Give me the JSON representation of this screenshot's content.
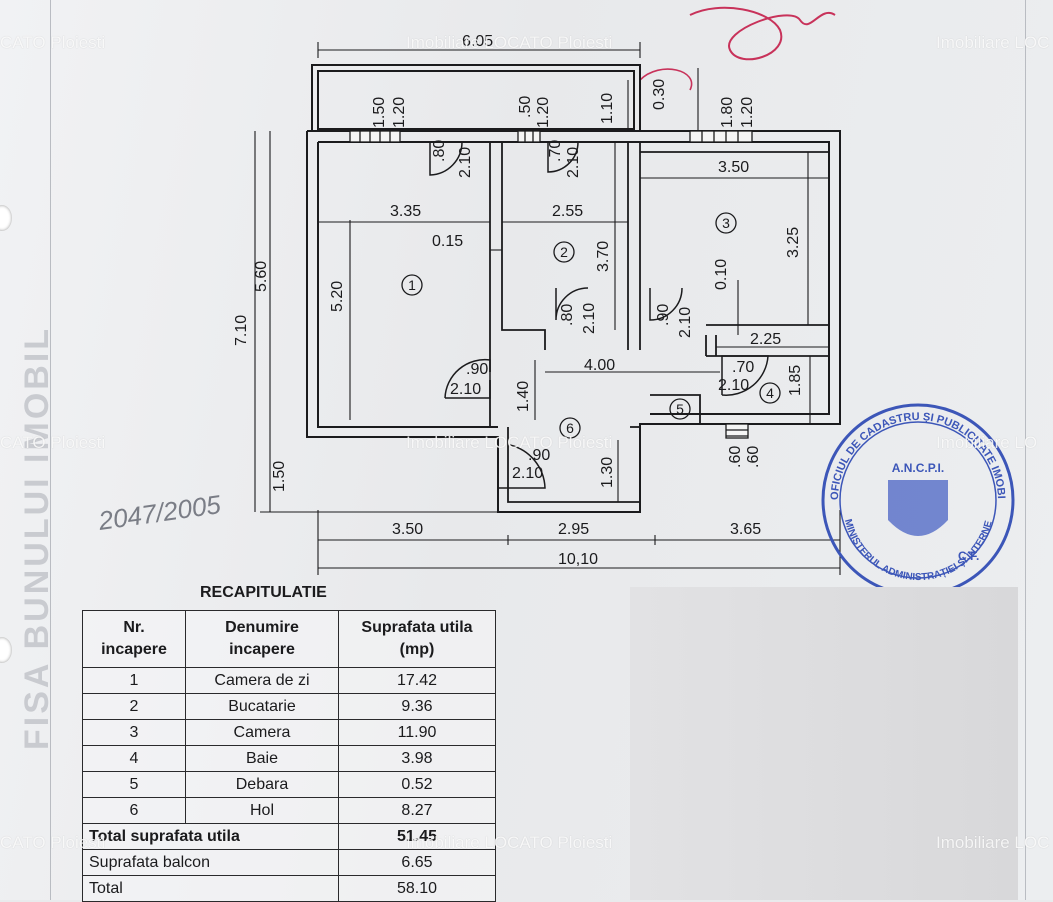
{
  "plan": {
    "dims": {
      "top_total": "6.05",
      "balcony_left_w": "1.50",
      "balcony_left_h": "1.20",
      "win2_w": ".50",
      "win2_h": "1.20",
      "balcony_depth": "1.10",
      "wall_top": "0.30",
      "win3_w": "1.80",
      "win3_h": "1.20",
      "door1_w": ".80",
      "door1_h": "2.10",
      "door2_w": ".70",
      "door2_h": "2.10",
      "room3_w": "3.50",
      "room1_w": "3.35",
      "room2_w": "2.55",
      "wall_inner": "0.15",
      "room2_h": "3.70",
      "room3_h": "3.25",
      "wall_01": "0.10",
      "left_total": "7.10",
      "left_upper": "5.60",
      "room1_h": "5.20",
      "door_k_w": ".80",
      "door_k_h": "2.10",
      "door_r3_w": ".90",
      "door_r3_h": "2.10",
      "bath_w": "2.25",
      "bath_h": "1.85",
      "hall_w": "4.00",
      "door_l_w": ".90",
      "door_l_h": "2.10",
      "hall_h1": "1.40",
      "door_b_w": ".70",
      "door_b_h": "2.10",
      "left_lower": "1.50",
      "entry_w": ".90",
      "entry_h": "2.10",
      "hall_h2": "1.30",
      "win4_w": ".60",
      "win4_h": ".60",
      "bottom_a": "3.50",
      "bottom_b": "2.95",
      "bottom_c": "3.65",
      "bottom_total": "10,10"
    },
    "room_numbers": [
      "1",
      "2",
      "3",
      "4",
      "5",
      "6"
    ]
  },
  "handwriting": "2047/2005",
  "stamp": {
    "text_top": "OFICIUL DE CADASTRU ȘI PUBLICITATE IMOBILIARĂ PRAHOVA",
    "text_bottom": "MINISTERUL ADMINISTRAȚIEI ȘI INTERNELOR",
    "center": "A.N.C.P.I.",
    "mark": "C.F."
  },
  "side_label": "FISA BUNULUI IMOBIL",
  "watermarks": [
    "CATO Ploiesti",
    "Imobiliare LOCATO Ploiesti",
    "Imobiliare LOC",
    "CATO Ploiesti",
    "Imobiliare LOCATO Ploiesti",
    "Imobiliare LO",
    "CATO Ploiesti",
    "Imobiliare LOCATO Ploiesti",
    "Imobiliare LOC"
  ],
  "recap": {
    "title": "RECAPITULATIE",
    "headers": [
      "Nr. incapere",
      "Denumire incapere",
      "Suprafata utila (mp)"
    ],
    "rows": [
      {
        "nr": "1",
        "name": "Camera de zi",
        "area": "17.42"
      },
      {
        "nr": "2",
        "name": "Bucatarie",
        "area": "9.36"
      },
      {
        "nr": "3",
        "name": "Camera",
        "area": "11.90"
      },
      {
        "nr": "4",
        "name": "Baie",
        "area": "3.98"
      },
      {
        "nr": "5",
        "name": "Debara",
        "area": "0.52"
      },
      {
        "nr": "6",
        "name": "Hol",
        "area": "8.27"
      }
    ],
    "total_label": "Total suprafata utila",
    "total_value": "51.45",
    "balcony_label": "Suprafata balcon",
    "balcony_value": "6.65",
    "grand_label": "Total",
    "grand_value": "58.10"
  },
  "colors": {
    "ink": "#1b1b1d",
    "stamp": "#3c56b8",
    "signature": "#c8325a",
    "paper": "#eceef0"
  }
}
